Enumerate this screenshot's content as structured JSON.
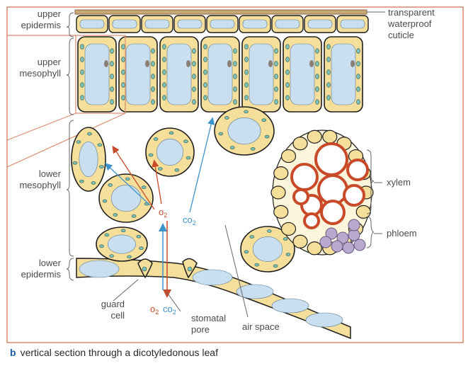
{
  "labels": {
    "upper_epidermis": [
      "upper",
      "epidermis"
    ],
    "upper_mesophyll": [
      "upper",
      "mesophyll"
    ],
    "lower_mesophyll": [
      "lower",
      "mesophyll"
    ],
    "lower_epidermis": [
      "lower",
      "epidermis"
    ],
    "guard_cell": [
      "guard",
      "cell"
    ],
    "stomatal_pore": [
      "stomatal",
      "pore"
    ],
    "air_space": "air space",
    "cuticle": [
      "transparent",
      "waterproof",
      "cuticle"
    ],
    "xylem": "xylem",
    "phloem": "phloem"
  },
  "gases": {
    "o2_main": "o",
    "co2_main": "co",
    "o2_bottom": "o",
    "co2_bottom": "co",
    "subscript": "2"
  },
  "caption": {
    "letter": "b",
    "text": "vertical section through a dicotyledonous leaf"
  },
  "colors": {
    "frame": "#d98a6c",
    "cell_wall": "#1e1e1e",
    "cytoplasm": "#f6df9a",
    "vacuole": "#c9dff0",
    "chloroplast": "#7cc0b6",
    "nucleus": "#8a7f75",
    "xylem": "#c94a28",
    "phloem": "#b9a9d0",
    "o2_arrow": "#c94a28",
    "co2_arrow": "#3a93c9",
    "cuticle": "#c8a878",
    "caption_letter": "#1a5fa8"
  }
}
